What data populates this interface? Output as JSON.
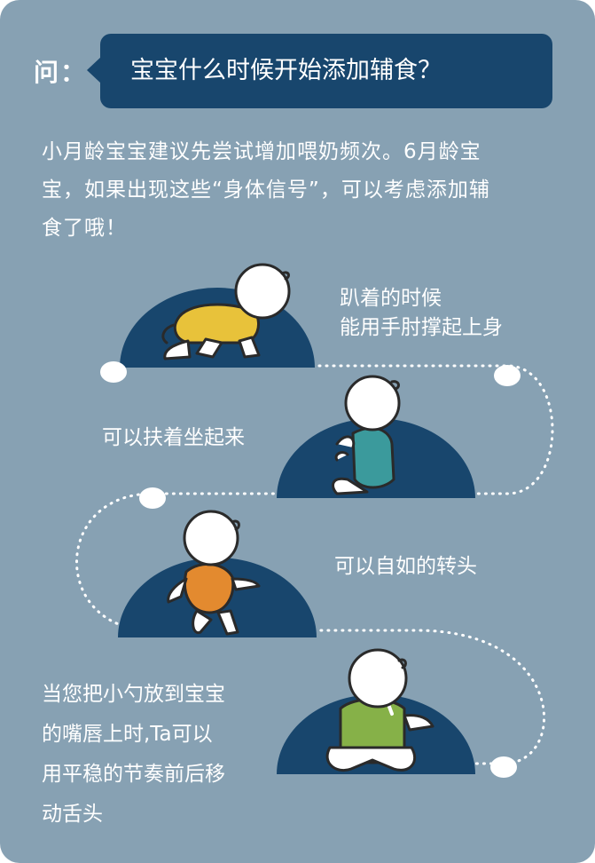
{
  "question": {
    "prefix": "问：",
    "text": "宝宝什么时候开始添加辅食？"
  },
  "intro": {
    "line1": "小月龄宝宝建议先尝试增加喂奶频次。6月龄宝",
    "line2": "宝，如果出现这些“身体信号”，可以考虑添加辅",
    "line3": "食了哦！"
  },
  "signals": [
    {
      "lines": [
        "趴着的时候",
        "能用手肘撑起上身"
      ],
      "icon": "crawling-baby-icon",
      "clothing_color": "#e8c23a"
    },
    {
      "lines": [
        "可以扶着坐起来"
      ],
      "icon": "sitting-baby-icon",
      "clothing_color": "#3b9a9c"
    },
    {
      "lines": [
        "可以自如的转头"
      ],
      "icon": "turning-head-baby-icon",
      "clothing_color": "#e38a2f"
    },
    {
      "lines": [
        "当您把小勺放到宝宝",
        "的嘴唇上时,Ta可以",
        "用平稳的节奏前后移",
        "动舌头"
      ],
      "icon": "baby-with-spoon-icon",
      "clothing_color": "#86b148"
    }
  ],
  "colors": {
    "background": "#87a1b3",
    "dark_blue": "#18466d",
    "white": "#ffffff",
    "outline": "#2a2a2a"
  }
}
